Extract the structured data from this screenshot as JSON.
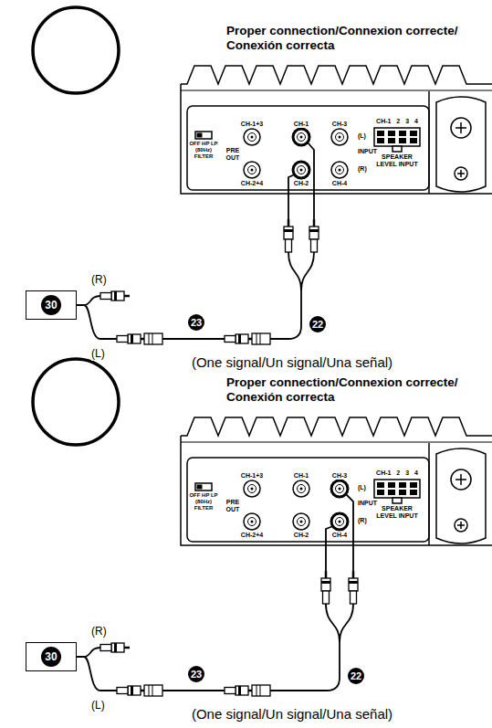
{
  "diagram": {
    "nodes": [
      {
        "text": [
          "30"
        ]
      },
      {
        "text": [
          "30"
        ]
      }
    ],
    "labels": [
      "Proper connection/Connexion correcte/ Conexión correcta",
      "CH-1+3",
      "CH-1",
      "CH-3",
      "(L)",
      "CH-1 2 3 4",
      "OFF HP LP",
      "(80Hz)",
      "FILTER",
      "PRE OUT",
      "INPUT",
      "SPEAKER LEVEL INPUT",
      "CH-2+4",
      "CH-2",
      "(R)",
      "CH-4",
      "(R)",
      "(L)",
      "23",
      "22",
      "(One signal/Un signal/Una señal)",
      "Proper connection/Connexion correcte/ Conexión correcta",
      "CH-1+3",
      "CH-1",
      "CH-3",
      "(L)",
      "CH-1 2 3 4",
      "OFF HP LP",
      "(80Hz)",
      "FILTER",
      "PRE OUT",
      "INPUT",
      "SPEAKER LEVEL INPUT",
      "CH-2+4",
      "CH-2",
      "(R)",
      "CH-4",
      "(R)",
      "(L)",
      "23",
      "22",
      "(One signal/Un signal/Una señal)"
    ]
  }
}
